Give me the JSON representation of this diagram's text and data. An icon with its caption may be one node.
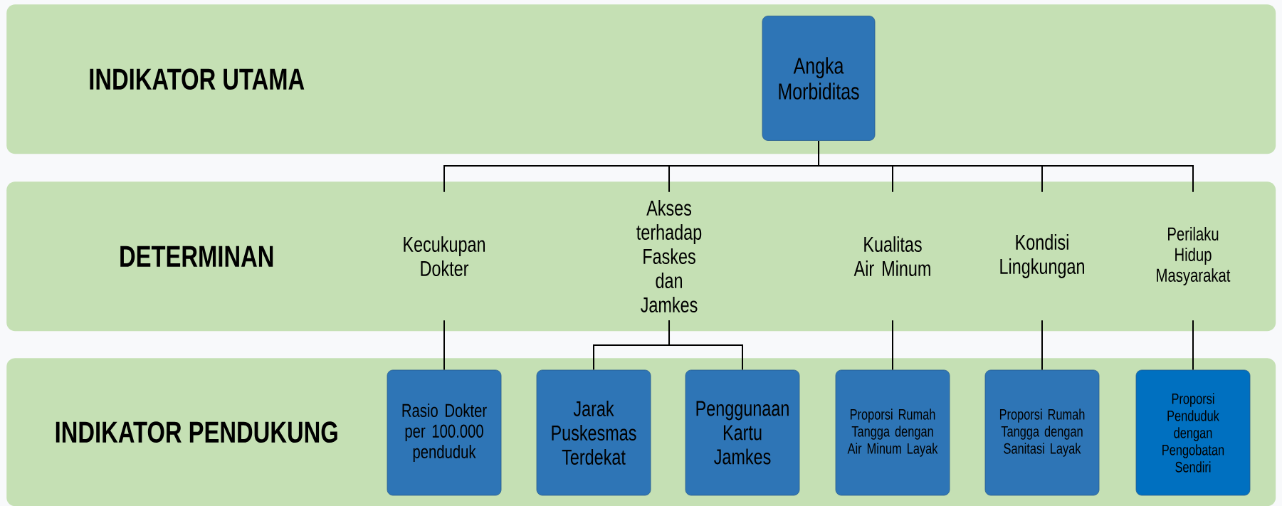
{
  "diagram": {
    "nodes": [
      {
        "text": [
          "INDIKATOR UTAMA"
        ]
      },
      {
        "text": [
          "DETERMINAN"
        ]
      },
      {
        "text": [
          "INDIKATOR PENDUKUNG"
        ]
      },
      {
        "text": [
          "Angka Morbiditas"
        ],
        "in": 0
      },
      {
        "text": [
          "Kecukupan Dokter"
        ],
        "in": 1
      },
      {
        "text": [
          "Akses terhadap Faskes dan Jamkes"
        ],
        "in": 1
      },
      {
        "text": [
          "Kualitas Air Minum"
        ],
        "in": 1
      },
      {
        "text": [
          "Kondisi Lingkungan"
        ],
        "in": 1
      },
      {
        "text": [
          "Perilaku Hidup Masyarakat"
        ],
        "in": 1
      },
      {
        "text": [
          "Rasio Dokter per 100.000 penduduk"
        ],
        "in": 2
      },
      {
        "text": [
          "Jarak Puskesmas Terdekat"
        ],
        "in": 2
      },
      {
        "text": [
          "Penggunaan Kartu Jamkes"
        ],
        "in": 2
      },
      {
        "text": [
          "Proporsi Rumah Tangga dengan Air Minum Layak"
        ],
        "in": 2
      },
      {
        "text": [
          "Proporsi Rumah Tangga dengan Sanitasi Layak"
        ],
        "in": 2
      },
      {
        "text": [
          "Proporsi Penduduk dengan Pengobatan Sendiri"
        ],
        "in": 2
      }
    ],
    "edges": [
      {
        "from": 3,
        "to": 4,
        "arrow": "none"
      },
      {
        "from": 3,
        "to": 5,
        "arrow": "none"
      },
      {
        "from": 3,
        "to": 6,
        "arrow": "none"
      },
      {
        "from": 3,
        "to": 7,
        "arrow": "none"
      },
      {
        "from": 3,
        "to": 8,
        "arrow": "none"
      },
      {
        "from": 4,
        "to": 9,
        "arrow": "none"
      },
      {
        "from": 5,
        "to": 10,
        "arrow": "none"
      },
      {
        "from": 5,
        "to": 11,
        "arrow": "none"
      },
      {
        "from": 6,
        "to": 12,
        "arrow": "none"
      },
      {
        "from": 7,
        "to": 13,
        "arrow": "none"
      },
      {
        "from": 8,
        "to": 14,
        "arrow": "none"
      }
    ]
  }
}
